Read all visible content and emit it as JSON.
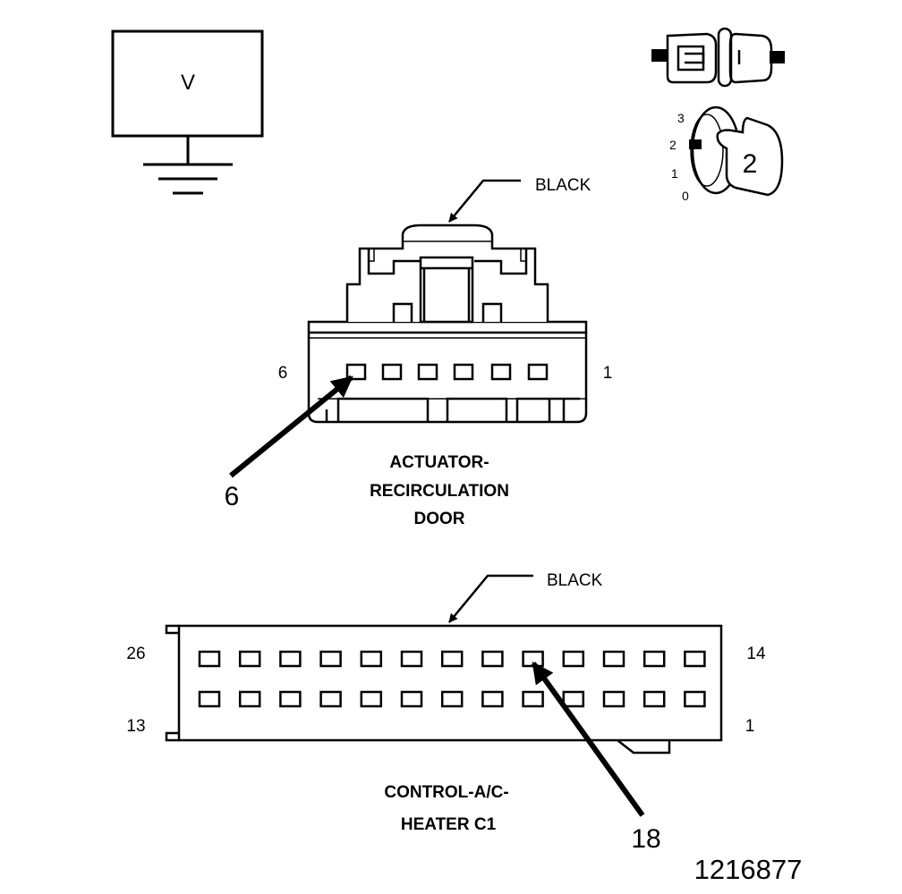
{
  "voltmeter": {
    "symbol": "V"
  },
  "ignition_switch": {
    "positions": [
      "3",
      "2",
      "1",
      "0"
    ],
    "selected_position": "2"
  },
  "connector_1": {
    "color_callout": "BLACK",
    "left_pin_label": "6",
    "right_pin_label": "1",
    "pointer_label": "6",
    "name_lines": [
      "ACTUATOR-",
      "RECIRCULATION",
      "DOOR"
    ]
  },
  "connector_2": {
    "color_callout": "BLACK",
    "top_left_label": "26",
    "top_right_label": "14",
    "bottom_left_label": "13",
    "bottom_right_label": "1",
    "pointer_label": "18",
    "name_lines": [
      "CONTROL-A/C-",
      "HEATER C1"
    ]
  },
  "figure_number": "1216877"
}
